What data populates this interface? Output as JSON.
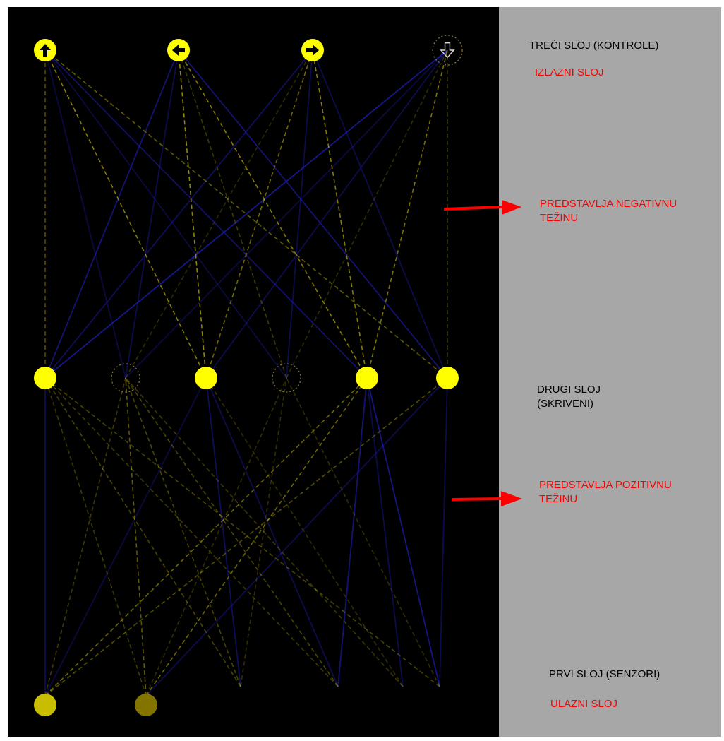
{
  "colors": {
    "background_black": "#000000",
    "panel_gray": "#a7a7a7",
    "node_active": "#ffff00",
    "input_node_1": "#c9bd00",
    "input_node_2": "#837400",
    "positive_weight": "#f0e000",
    "negative_weight": "#2a2aff",
    "label_black": "#000000",
    "label_red": "#ff0000",
    "arrow_red": "#ff0000"
  },
  "nodes": {
    "output": [
      {
        "icon": "arrow-up-icon",
        "active": true
      },
      {
        "icon": "arrow-left-icon",
        "active": true
      },
      {
        "icon": "arrow-right-icon",
        "active": true
      },
      {
        "icon": "arrow-down-icon",
        "active": false
      }
    ],
    "hidden": [
      {
        "active": true
      },
      {
        "active": false
      },
      {
        "active": true
      },
      {
        "active": false
      },
      {
        "active": true
      },
      {
        "active": true
      }
    ],
    "input": [
      {
        "active": true,
        "shade": "input_node_1"
      },
      {
        "active": true,
        "shade": "input_node_2"
      }
    ]
  },
  "labels": {
    "third_layer": "TREĆI SLOJ (KONTROLE)",
    "output_layer": "IZLAZNI SLOJ",
    "negative_weight": "PREDSTAVLJA NEGATIVNU TEŽINU",
    "second_layer": "DRUGI SLOJ (SKRIVENI)",
    "positive_weight": "PREDSTAVLJA POZITIVNU TEŽINU",
    "first_layer": "PRVI SLOJ (SENZORI)",
    "input_layer": "ULAZNI SLOJ"
  }
}
